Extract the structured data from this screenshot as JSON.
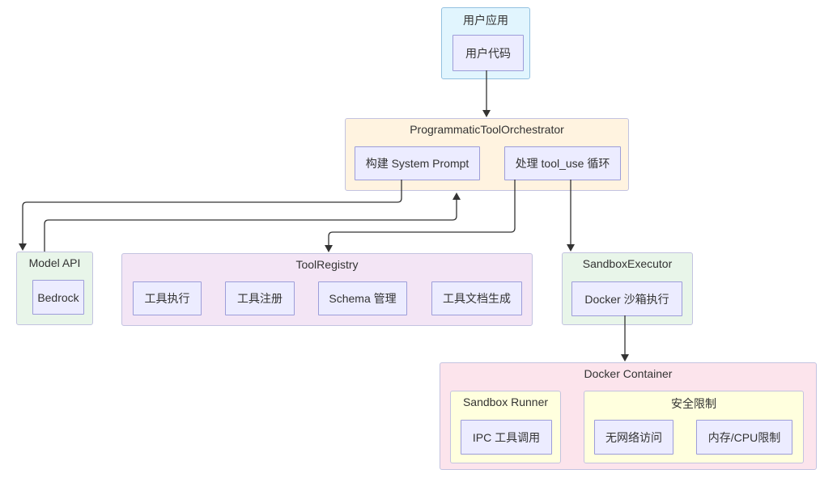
{
  "colors": {
    "node_fill": "#ececff",
    "node_border": "#9d9dd9",
    "user_app_fill": "#e1f5fe",
    "user_app_border": "#94c1e0",
    "orchestrator_fill": "#fff3e0",
    "green_fill": "#e8f5e9",
    "purple_fill": "#f3e5f5",
    "pink_fill": "#fce4ec",
    "yellow_fill": "#ffffde",
    "cluster_border": "#c3c3e0",
    "line": "#333333",
    "text": "#333333"
  },
  "diagram": {
    "user_app": {
      "title": "用户应用",
      "user_code": "用户代码"
    },
    "orchestrator": {
      "title": "ProgrammaticToolOrchestrator",
      "build_prompt": "构建 System Prompt",
      "tool_use_loop": "处理 tool_use 循环"
    },
    "model_api": {
      "title": "Model API",
      "bedrock": "Bedrock"
    },
    "tool_registry": {
      "title": "ToolRegistry",
      "tool_exec": "工具执行",
      "tool_register": "工具注册",
      "schema_mgmt": "Schema 管理",
      "tool_docs": "工具文档生成"
    },
    "sandbox_executor": {
      "title": "SandboxExecutor",
      "docker_exec": "Docker 沙箱执行"
    },
    "docker_container": {
      "title": "Docker Container",
      "sandbox_runner": {
        "title": "Sandbox Runner",
        "ipc": "IPC 工具调用"
      },
      "security": {
        "title": "安全限制",
        "no_network": "无网络访问",
        "mem_cpu": "内存/CPU限制"
      }
    },
    "edges": [
      {
        "from": "user_code",
        "to": "orchestrator"
      },
      {
        "from": "build_prompt",
        "to": "model_api"
      },
      {
        "from": "model_api",
        "to": "orchestrator"
      },
      {
        "from": "tool_use_loop",
        "to": "tool_registry"
      },
      {
        "from": "orchestrator",
        "to": "sandbox_executor"
      },
      {
        "from": "docker_exec",
        "to": "docker_container"
      }
    ]
  }
}
